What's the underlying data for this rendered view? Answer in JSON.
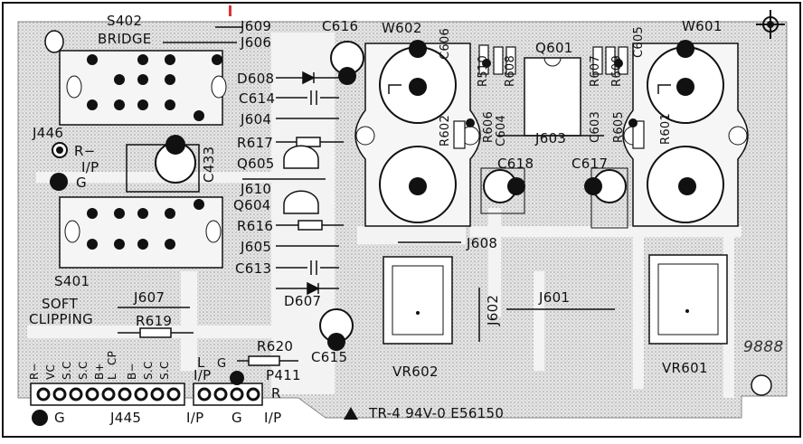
{
  "board": {
    "marking": "TR-4 94V-0 E56150",
    "digits_glyph": "9888"
  },
  "labels": {
    "s402": "S402",
    "bridge": "BRIDGE",
    "j609": "J609",
    "j606": "J606",
    "c616": "C616",
    "w602": "W602",
    "c606": "C606",
    "q601": "Q601",
    "c605": "C605",
    "w601": "W601",
    "d608": "D608",
    "c614": "C614",
    "j604": "J604",
    "r617": "R617",
    "q605": "Q605",
    "j610": "J610",
    "q604": "Q604",
    "r616": "R616",
    "j605": "J605",
    "c613": "C613",
    "d607": "D607",
    "c615": "C615",
    "r620": "R620",
    "p411": "P411",
    "j446": "J446",
    "r_ip": "R−",
    "ip": "I/P",
    "g1": "G",
    "c433": "C433",
    "s401": "S401",
    "soft": "SOFT",
    "clipping": "CLIPPING",
    "j607": "J607",
    "r619": "R619",
    "j445": "J445",
    "g_j445": "G",
    "l_ip": "L",
    "ip2": "I/P",
    "g_p411": "G",
    "r_p411": "R",
    "ip3": "I/P",
    "g3": "G",
    "r510": "R510",
    "r608": "R608",
    "r607": "R607",
    "r609": "R609",
    "r602": "R602",
    "r606": "R606",
    "c604": "C604",
    "j603": "J603",
    "c603": "C603",
    "r605": "R605",
    "r601": "R601",
    "c618": "C618",
    "c617": "C617",
    "j608": "J608",
    "j602": "J602",
    "j601": "J601",
    "vr602": "VR602",
    "vr601": "VR601",
    "pin_labels": [
      "R−",
      "VC",
      "S.C",
      "S.C",
      "B+",
      "L",
      "CP",
      "B−",
      "S.C",
      "S.C",
      "G"
    ]
  },
  "colors": {
    "ink": "#111111",
    "board": "#d9d9d9",
    "trace": "#f2f2f2",
    "marker": "#e03030"
  }
}
